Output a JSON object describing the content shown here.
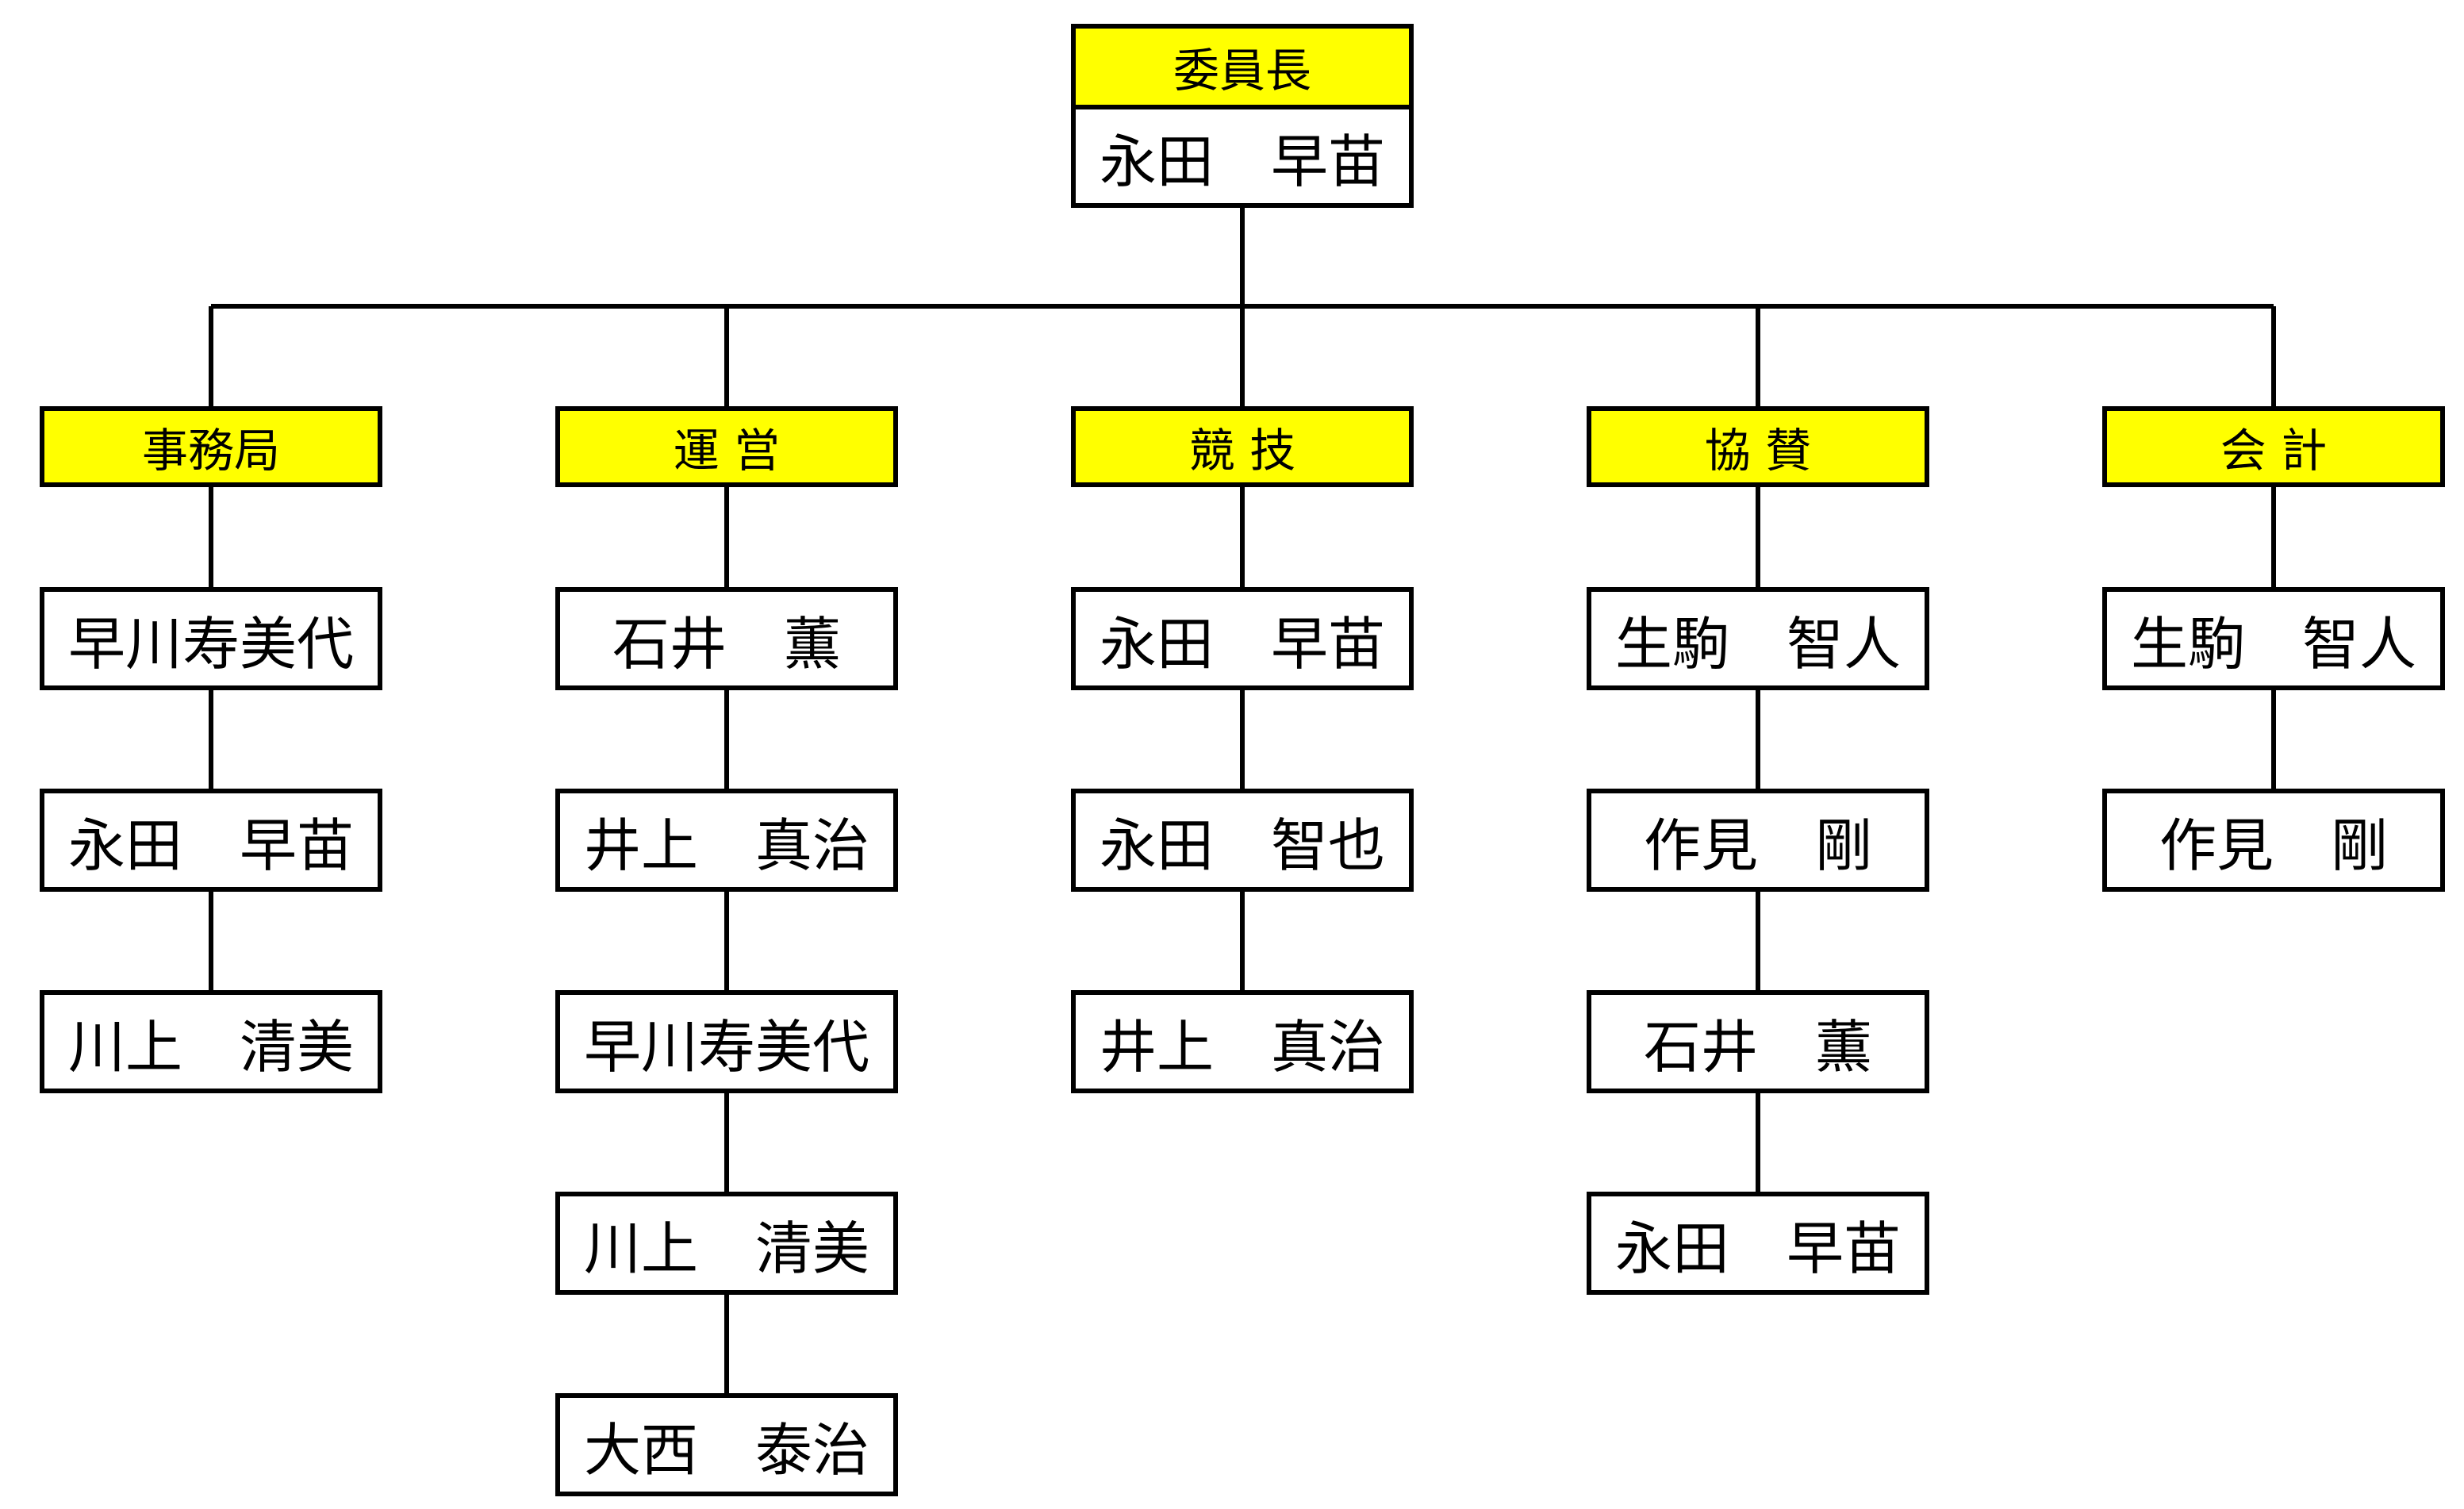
{
  "chief": {
    "title": "委員長",
    "name": "永田　早苗"
  },
  "departments": [
    {
      "title": "事務局",
      "members": [
        "早川寿美代",
        "永田　早苗",
        "川上　清美"
      ]
    },
    {
      "title": "運 営",
      "members": [
        "石井　薫",
        "井上　真治",
        "早川寿美代",
        "川上　清美",
        "大西　泰治"
      ]
    },
    {
      "title": "競 技",
      "members": [
        "永田　早苗",
        "永田　智也",
        "井上　真治"
      ]
    },
    {
      "title": "協 賛",
      "members": [
        "生駒　智人",
        "作見　剛",
        "石井　薫",
        "永田　早苗"
      ]
    },
    {
      "title": "会 計",
      "members": [
        "生駒　智人",
        "作見　剛"
      ]
    }
  ],
  "colors": {
    "header_fill": "#ffff00",
    "box_fill": "#ffffff",
    "line": "#000000"
  }
}
